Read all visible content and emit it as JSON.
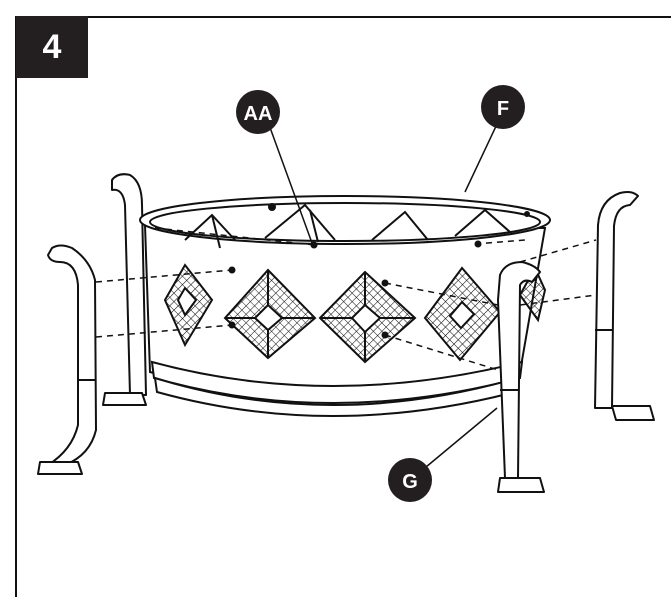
{
  "step": {
    "number": "4"
  },
  "callouts": {
    "hardware": {
      "label": "AA",
      "part": "bolt"
    },
    "bowl": {
      "label": "F",
      "part": "fire bowl"
    },
    "leg": {
      "label": "G",
      "part": "leg"
    }
  },
  "colors": {
    "ink": "#231f20",
    "line": "#111111",
    "leg_fill": "#ffffff",
    "bowl_fill": "#ffffff"
  }
}
